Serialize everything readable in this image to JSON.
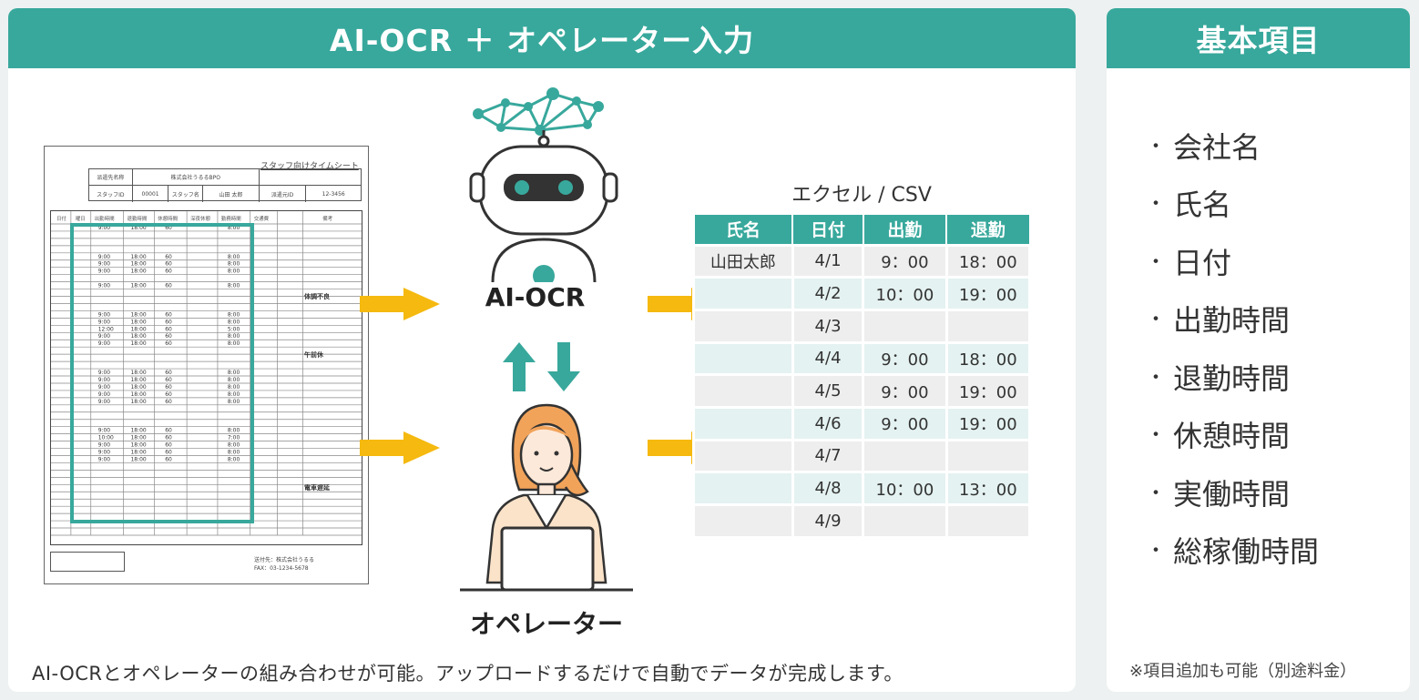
{
  "main_panel": {
    "title": "AI-OCR ＋ オペレーター入力",
    "footer": "AI-OCRとオペレーターの組み合わせが可能。アップロードするだけで自動でデータが完成します。"
  },
  "timesheet": {
    "title": "スタッフ向けタイムシート",
    "info_row1": [
      "派遣先名称",
      "株式会社うるるBPO",
      "",
      ""
    ],
    "info_row2": [
      "スタッフID",
      "00001",
      "スタッフ名",
      "山田 太郎",
      "派遣元ID",
      "12-3456"
    ],
    "notes": [
      "体調不良",
      "午前休",
      "電車遅延"
    ],
    "fax_line1": "送付先：株式会社うるる",
    "fax_line2": "FAX：03-1234-5678"
  },
  "diagram": {
    "ocr_label": "AI-OCR",
    "operator_label": "オペレーター"
  },
  "csv": {
    "caption": "エクセル / CSV",
    "headers": [
      "氏名",
      "日付",
      "出勤",
      "退勤"
    ],
    "rows": [
      [
        "山田太郎",
        "4/1",
        "9：00",
        "18：00"
      ],
      [
        "",
        "4/2",
        "10：00",
        "19：00"
      ],
      [
        "",
        "4/3",
        "",
        ""
      ],
      [
        "",
        "4/4",
        "9：00",
        "18：00"
      ],
      [
        "",
        "4/5",
        "9：00",
        "19：00"
      ],
      [
        "",
        "4/6",
        "9：00",
        "19：00"
      ],
      [
        "",
        "4/7",
        "",
        ""
      ],
      [
        "",
        "4/8",
        "10：00",
        "13：00"
      ],
      [
        "",
        "4/9",
        "",
        ""
      ]
    ]
  },
  "side_panel": {
    "title": "基本項目",
    "items": [
      "会社名",
      "氏名",
      "日付",
      "出勤時間",
      "退勤時間",
      "休憩時間",
      "実働時間",
      "総稼働時間"
    ],
    "bullet": "・",
    "note": "※項目追加も可能（別途料金）"
  },
  "colors": {
    "accent": "#38a89c",
    "arrow": "#f5b90f"
  }
}
